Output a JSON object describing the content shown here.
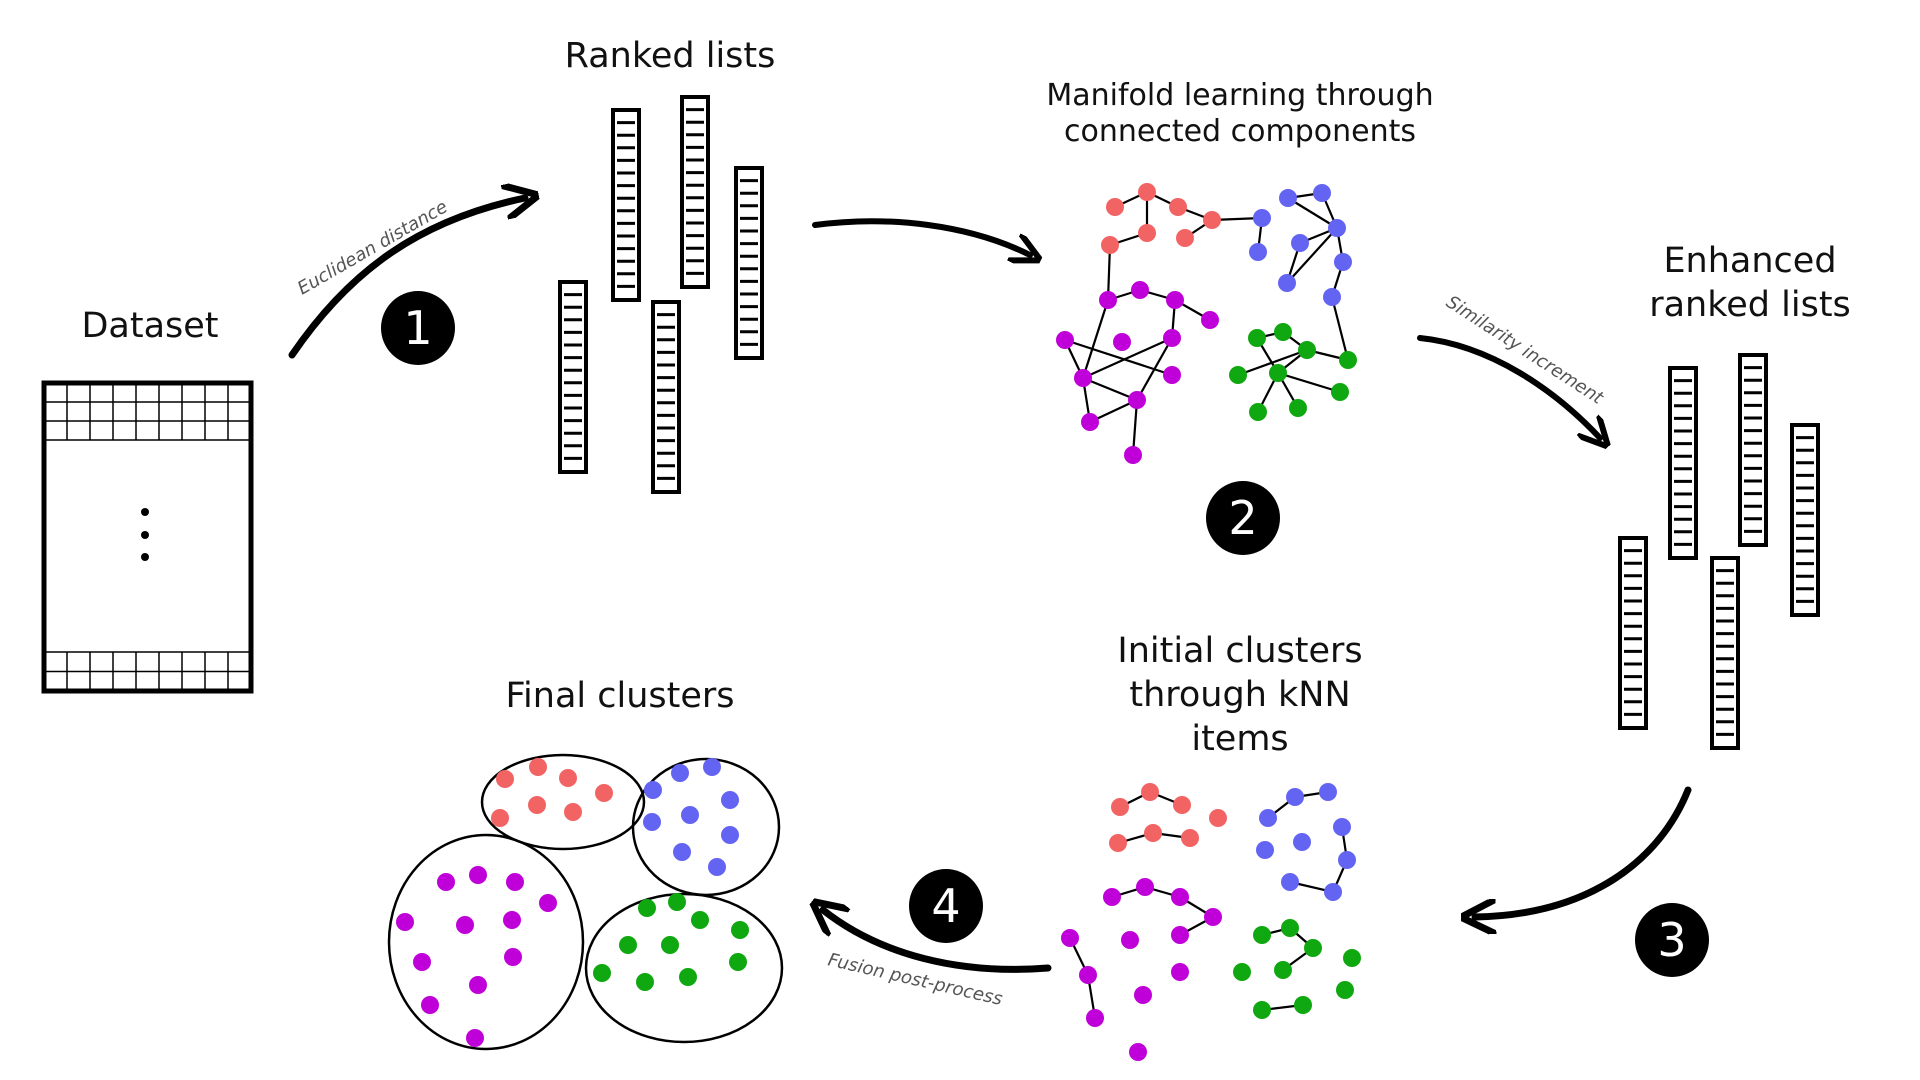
{
  "labels": {
    "dataset": "Dataset",
    "ranked_lists": "Ranked lists",
    "manifold_line1": "Manifold learning through",
    "manifold_line2": "connected components",
    "enhanced_line1": "Enhanced",
    "enhanced_line2": "ranked lists",
    "initial_line1": "Initial clusters",
    "initial_line2": "through kNN",
    "initial_line3": "items",
    "final_clusters": "Final clusters"
  },
  "arrows": {
    "step1": "Euclidean distance",
    "step2": "Similarity increment",
    "step4": "Fusion post-process"
  },
  "steps": [
    "1",
    "2",
    "3",
    "4"
  ],
  "colors": {
    "red": "#f26464",
    "blue": "#6464f2",
    "magenta": "#c000d8",
    "green": "#10a810",
    "ink": "#000000",
    "arrow_label": "#555555"
  }
}
